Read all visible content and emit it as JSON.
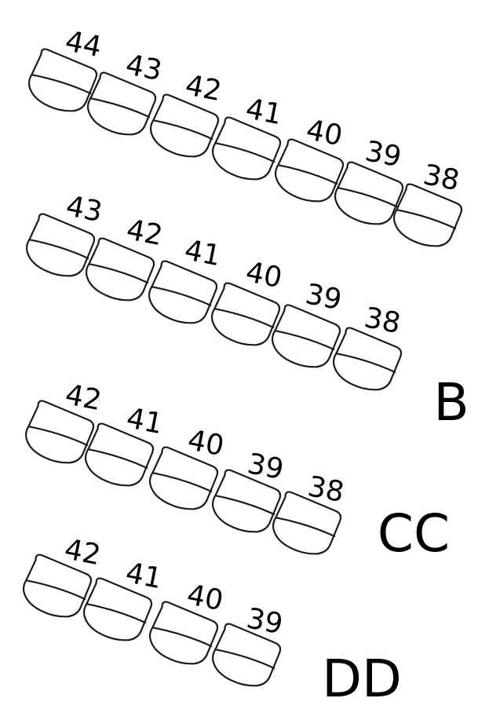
{
  "rows": [
    {
      "label": "",
      "seats": [
        "44",
        "43",
        "42",
        "41",
        "40",
        "39",
        "38"
      ]
    },
    {
      "label": "B",
      "seats": [
        "43",
        "42",
        "41",
        "40",
        "39",
        "38"
      ]
    },
    {
      "label": "CC",
      "seats": [
        "42",
        "41",
        "40",
        "39",
        "38"
      ]
    },
    {
      "label": "DD",
      "seats": [
        "42",
        "41",
        "40",
        "39"
      ]
    }
  ],
  "colors": {
    "stroke": "#1a1a1a",
    "seat_fill": "#ffffff",
    "text": "#000000",
    "background": "#ffffff"
  }
}
